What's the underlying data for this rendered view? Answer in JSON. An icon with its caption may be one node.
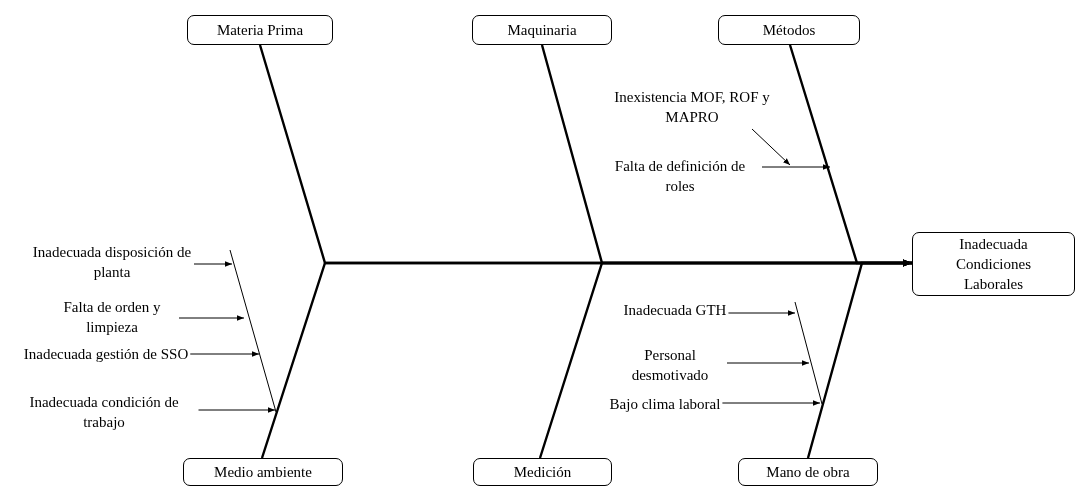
{
  "diagram": {
    "nodes": [
      {
        "text": [
          "Materia Prima"
        ]
      },
      {
        "text": [
          "Maquinaria"
        ]
      },
      {
        "text": [
          "Métodos"
        ]
      },
      {
        "text": [
          "Inadecuada Condiciones Laborales"
        ]
      },
      {
        "text": [
          "Inexistencia MOF, ROF y MAPRO"
        ]
      },
      {
        "text": [
          "Falta de definición de roles"
        ]
      },
      {
        "text": [
          "Inadecuada disposición de planta"
        ]
      },
      {
        "text": [
          "Falta de orden y limpieza"
        ]
      },
      {
        "text": [
          "Inadecuada gestión de SSO"
        ]
      },
      {
        "text": [
          "Inadecuada condición de trabajo"
        ]
      },
      {
        "text": [
          "Inadecuada GTH"
        ]
      },
      {
        "text": [
          "Personal desmotivado"
        ]
      },
      {
        "text": [
          "Bajo clima laboral"
        ]
      },
      {
        "text": [
          "Medio ambiente"
        ]
      },
      {
        "text": [
          "Medición"
        ]
      },
      {
        "text": [
          "Mano de obra"
        ]
      }
    ],
    "edges": [
      {
        "from": 0,
        "to": 3,
        "arrow": "to"
      },
      {
        "from": 1,
        "to": 3,
        "arrow": "to"
      },
      {
        "from": 2,
        "to": 3,
        "arrow": "to"
      },
      {
        "from": 4,
        "to": null,
        "arrow": "to"
      },
      {
        "from": 5,
        "to": null,
        "arrow": "to"
      },
      {
        "from": 6,
        "to": null,
        "arrow": "to"
      },
      {
        "from": 7,
        "to": null,
        "arrow": "to"
      },
      {
        "from": 8,
        "to": null,
        "arrow": "to"
      },
      {
        "from": 9,
        "to": null,
        "arrow": "to"
      },
      {
        "from": 10,
        "to": null,
        "arrow": "to"
      },
      {
        "from": 11,
        "to": null,
        "arrow": "to"
      },
      {
        "from": 12,
        "to": null,
        "arrow": "to"
      },
      {
        "from": 13,
        "to": 3,
        "arrow": "to"
      },
      {
        "from": 14,
        "to": 3,
        "arrow": "to"
      },
      {
        "from": 15,
        "to": 3,
        "arrow": "to"
      }
    ]
  }
}
